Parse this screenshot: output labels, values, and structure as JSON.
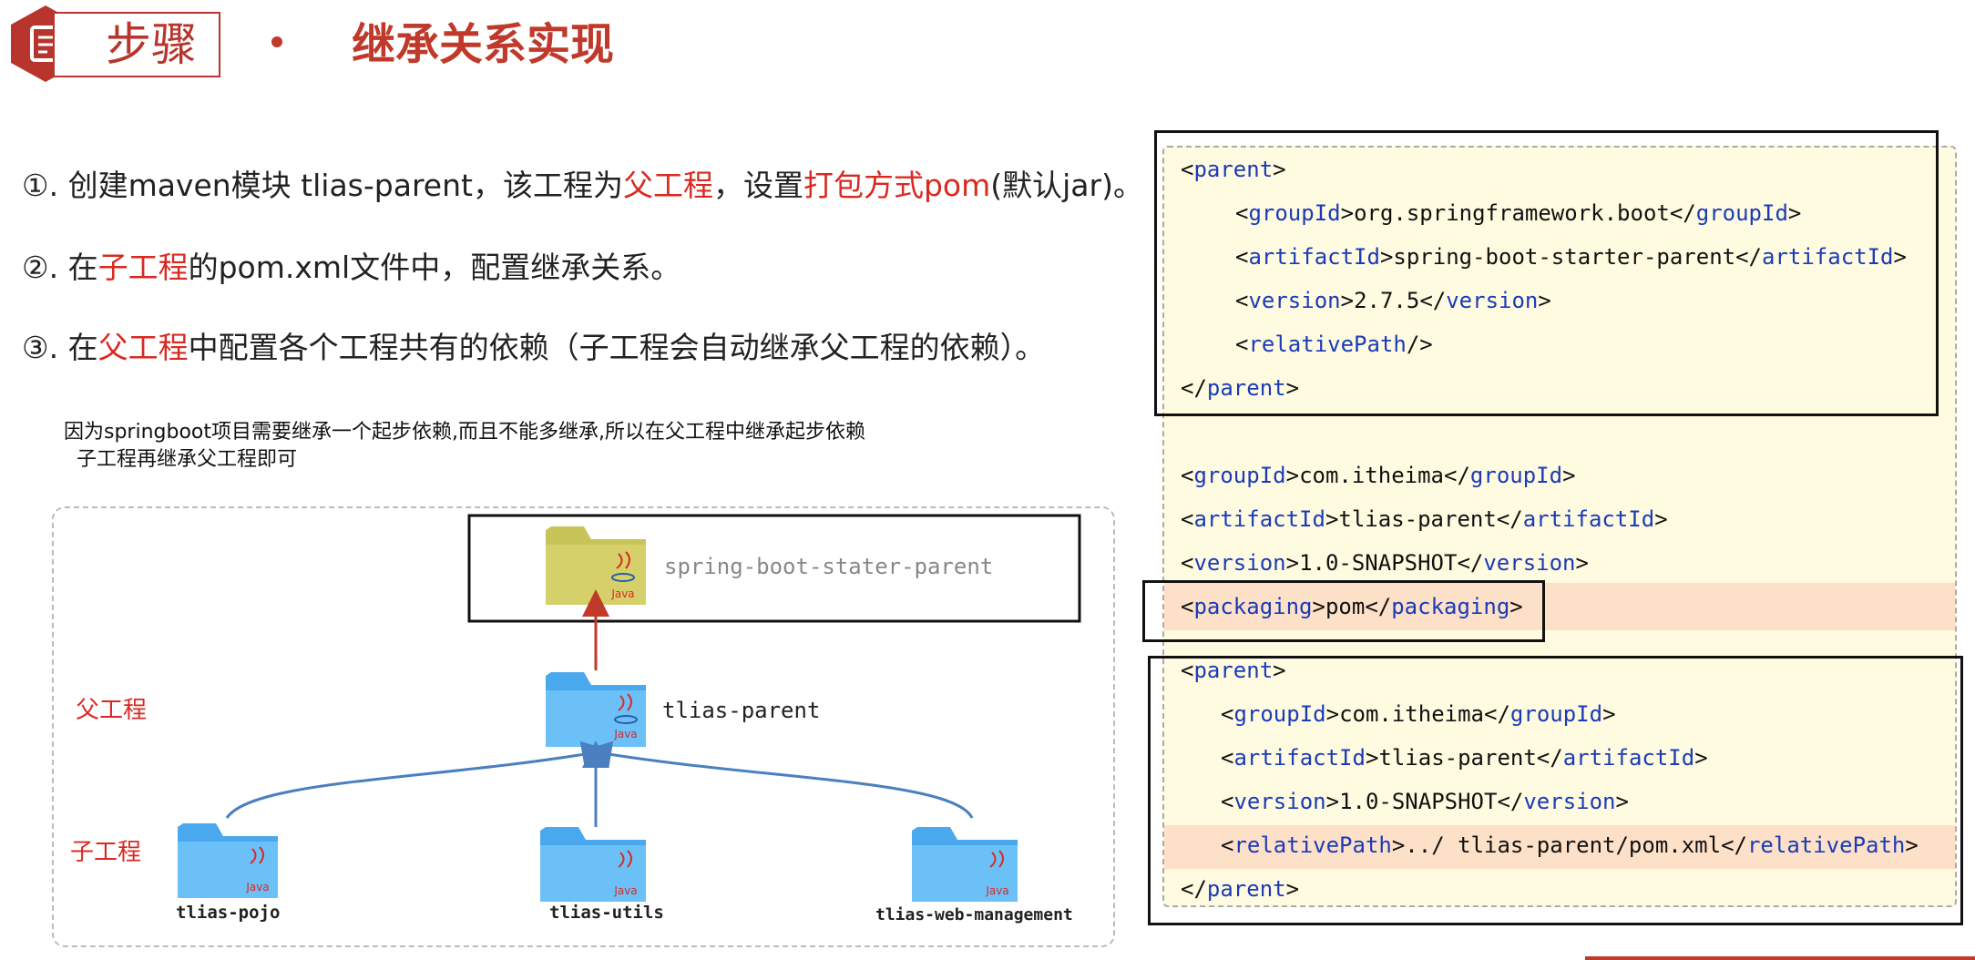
{
  "header": {
    "badge_label": "步骤",
    "title": "继承关系实现"
  },
  "steps": [
    {
      "num": "①.",
      "parts": [
        {
          "text": " 创建maven模块 tlias-parent，该工程为",
          "red": false
        },
        {
          "text": "父工程",
          "red": true
        },
        {
          "text": "，设置",
          "red": false
        },
        {
          "text": "打包方式pom",
          "red": true
        },
        {
          "text": "(默认jar)。",
          "red": false
        }
      ]
    },
    {
      "num": "②.",
      "parts": [
        {
          "text": " 在",
          "red": false
        },
        {
          "text": "子工程",
          "red": true
        },
        {
          "text": "的pom.xml文件中，配置继承关系。",
          "red": false
        }
      ]
    },
    {
      "num": "③.",
      "parts": [
        {
          "text": " 在",
          "red": false
        },
        {
          "text": "父工程",
          "red": true
        },
        {
          "text": "中配置各个工程共有的依赖（子工程会自动继承父工程的依赖）。",
          "red": false
        }
      ]
    }
  ],
  "note": {
    "line1": "因为springboot项目需要继承一个起步依赖,而且不能多继承,所以在父工程中继承起步依赖",
    "line2": "子工程再继承父工程即可"
  },
  "diagram": {
    "parent_label": "父工程",
    "child_label": "子工程",
    "boot_name": "spring-boot-stater-parent",
    "parent_name": "tlias-parent",
    "children": [
      "tlias-pojo",
      "tlias-utils",
      "tlias-web-management"
    ],
    "java_badge": "Java"
  },
  "code": {
    "block1": [
      {
        "indent": 0,
        "open": "parent",
        "value": "",
        "close": ""
      },
      {
        "indent": 1,
        "open": "groupId",
        "value": "org.springframework.boot",
        "close": "groupId"
      },
      {
        "indent": 1,
        "open": "artifactId",
        "value": "spring-boot-starter-parent",
        "close": "artifactId"
      },
      {
        "indent": 1,
        "open": "version",
        "value": "2.7.5",
        "close": "version"
      },
      {
        "indent": 1,
        "selfclose": "relativePath"
      },
      {
        "indent": 0,
        "closeonly": "parent"
      }
    ],
    "block2": [
      {
        "indent": 0,
        "open": "groupId",
        "value": "com.itheima",
        "close": "groupId"
      },
      {
        "indent": 0,
        "open": "artifactId",
        "value": "tlias-parent",
        "close": "artifactId"
      },
      {
        "indent": 0,
        "open": "version",
        "value": "1.0-SNAPSHOT",
        "close": "version"
      },
      {
        "indent": 0,
        "open": "packaging",
        "value": "pom",
        "close": "packaging",
        "highlight": true
      }
    ],
    "block3": [
      {
        "indent": 0,
        "open": "parent",
        "value": "",
        "close": ""
      },
      {
        "indent": 1,
        "open": "groupId",
        "value": "com.itheima",
        "close": "groupId"
      },
      {
        "indent": 1,
        "open": "artifactId",
        "value": "tlias-parent",
        "close": "artifactId"
      },
      {
        "indent": 1,
        "open": "version",
        "value": "1.0-SNAPSHOT",
        "close": "version"
      },
      {
        "indent": 1,
        "open": "relativePath",
        "value": "../ tlias-parent/pom.xml",
        "close": "relativePath",
        "highlight": true
      },
      {
        "indent": 0,
        "closeonly": "parent"
      }
    ]
  },
  "colors": {
    "accent_red": "#c0392b",
    "tag_blue": "#1a3bb8",
    "folder_blue": "#5bb8f5",
    "folder_olive": "#c9c45a",
    "arrow_red": "#c0392b",
    "arrow_blue": "#4a7fc0"
  }
}
